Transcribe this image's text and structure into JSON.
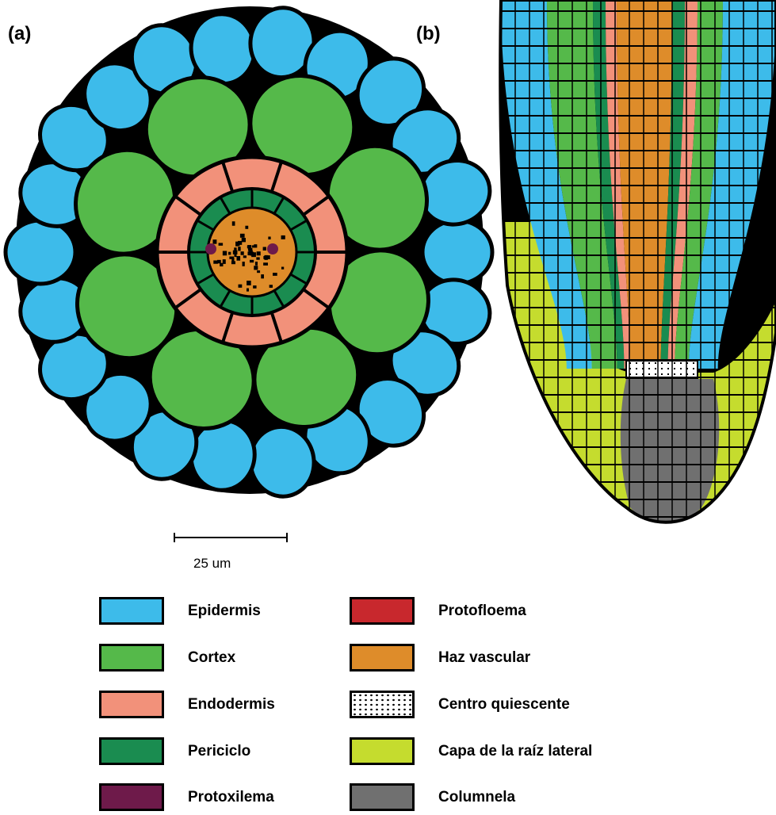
{
  "panels": {
    "a": "(a)",
    "b": "(b)"
  },
  "scale_bar": {
    "label": "25 um"
  },
  "colors": {
    "epidermis": "#3dbbea",
    "cortex": "#55b94a",
    "endodermis": "#f2917a",
    "periciclo": "#1a8c50",
    "protoxilema": "#6e1a4a",
    "protofloema": "#c8282d",
    "haz_vascular": "#de8c2a",
    "centro_quiescente": "#ffffff",
    "capa_raiz_lateral": "#c5dc2e",
    "columnela": "#707070",
    "cell_wall": "#000000"
  },
  "legend": [
    {
      "label": "Epidermis",
      "color_key": "epidermis",
      "pattern": "solid"
    },
    {
      "label": "Cortex",
      "color_key": "cortex",
      "pattern": "solid"
    },
    {
      "label": "Endodermis",
      "color_key": "endodermis",
      "pattern": "solid"
    },
    {
      "label": "Periciclo",
      "color_key": "periciclo",
      "pattern": "solid"
    },
    {
      "label": "Protoxilema",
      "color_key": "protoxilema",
      "pattern": "solid"
    },
    {
      "label": "Protofloema",
      "color_key": "protofloema",
      "pattern": "solid"
    },
    {
      "label": "Haz vascular",
      "color_key": "haz_vascular",
      "pattern": "solid"
    },
    {
      "label": "Centro quiescente",
      "color_key": "centro_quiescente",
      "pattern": "dotted"
    },
    {
      "label": "Capa de la raíz lateral",
      "color_key": "capa_raiz_lateral",
      "pattern": "solid"
    },
    {
      "label": "Columnela",
      "color_key": "columnela",
      "pattern": "solid"
    }
  ]
}
